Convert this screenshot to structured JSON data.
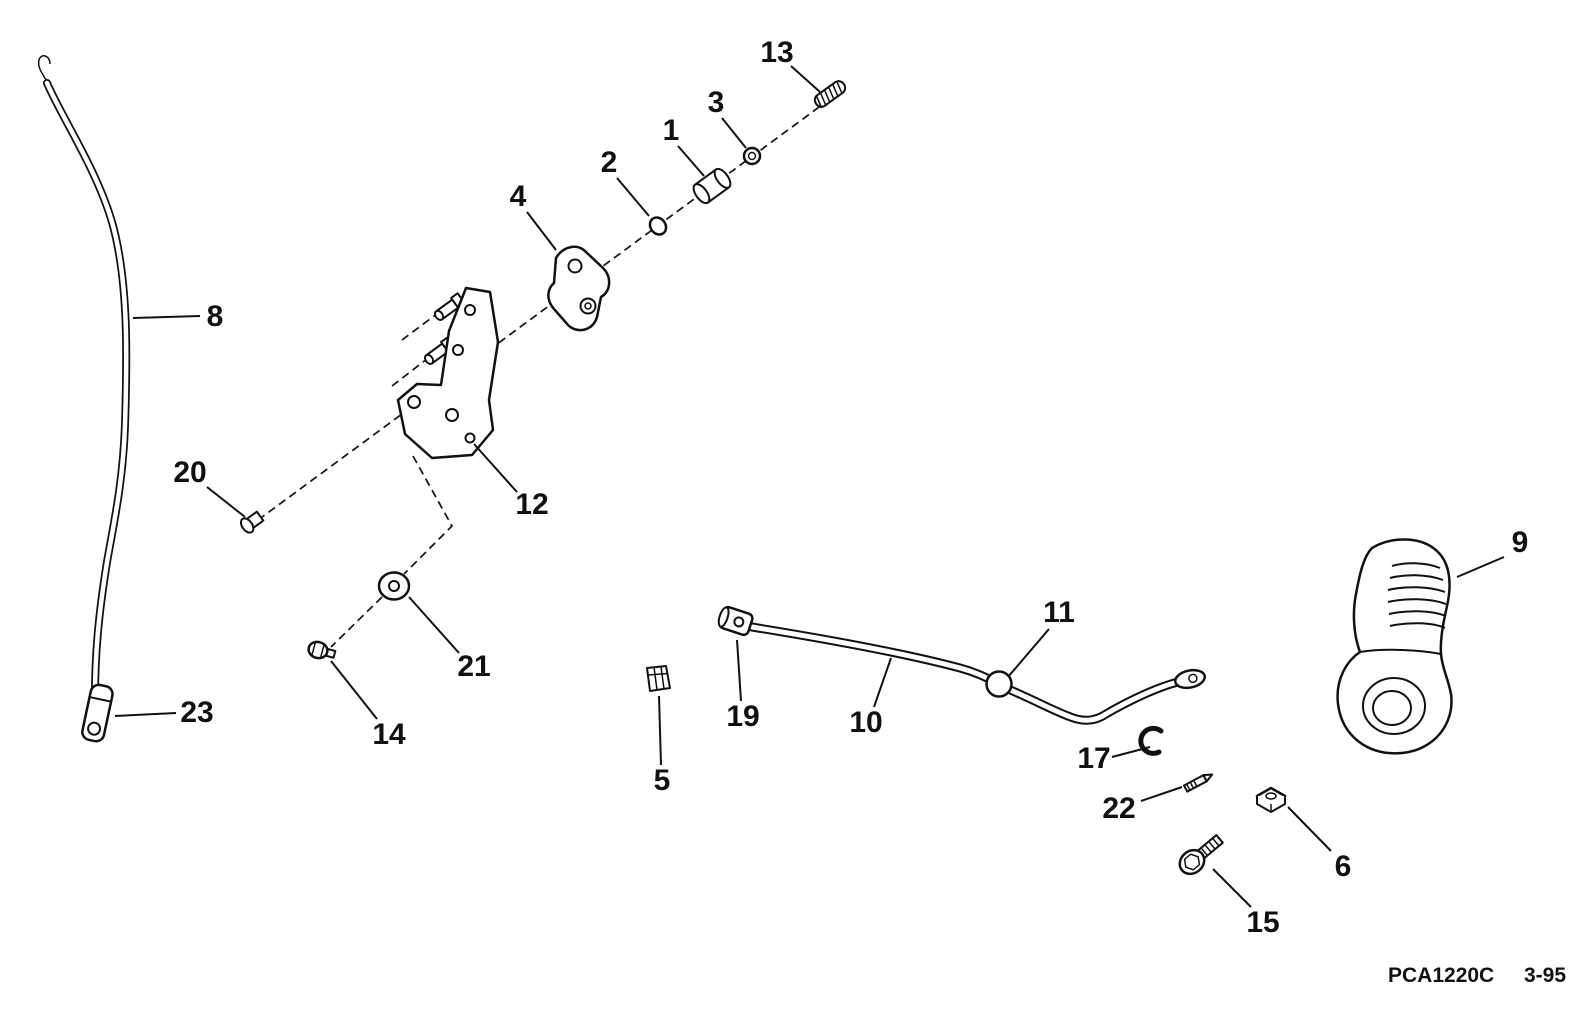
{
  "diagram": {
    "footer": {
      "part_code": "PCA1220C",
      "revision": "3-95"
    },
    "callouts": [
      {
        "label": "13"
      },
      {
        "label": "3"
      },
      {
        "label": "1"
      },
      {
        "label": "2"
      },
      {
        "label": "4"
      },
      {
        "label": "8"
      },
      {
        "label": "20"
      },
      {
        "label": "12"
      },
      {
        "label": "21"
      },
      {
        "label": "14"
      },
      {
        "label": "23"
      },
      {
        "label": "5"
      },
      {
        "label": "19"
      },
      {
        "label": "10"
      },
      {
        "label": "11"
      },
      {
        "label": "17"
      },
      {
        "label": "22"
      },
      {
        "label": "6"
      },
      {
        "label": "15"
      },
      {
        "label": "9"
      }
    ]
  }
}
